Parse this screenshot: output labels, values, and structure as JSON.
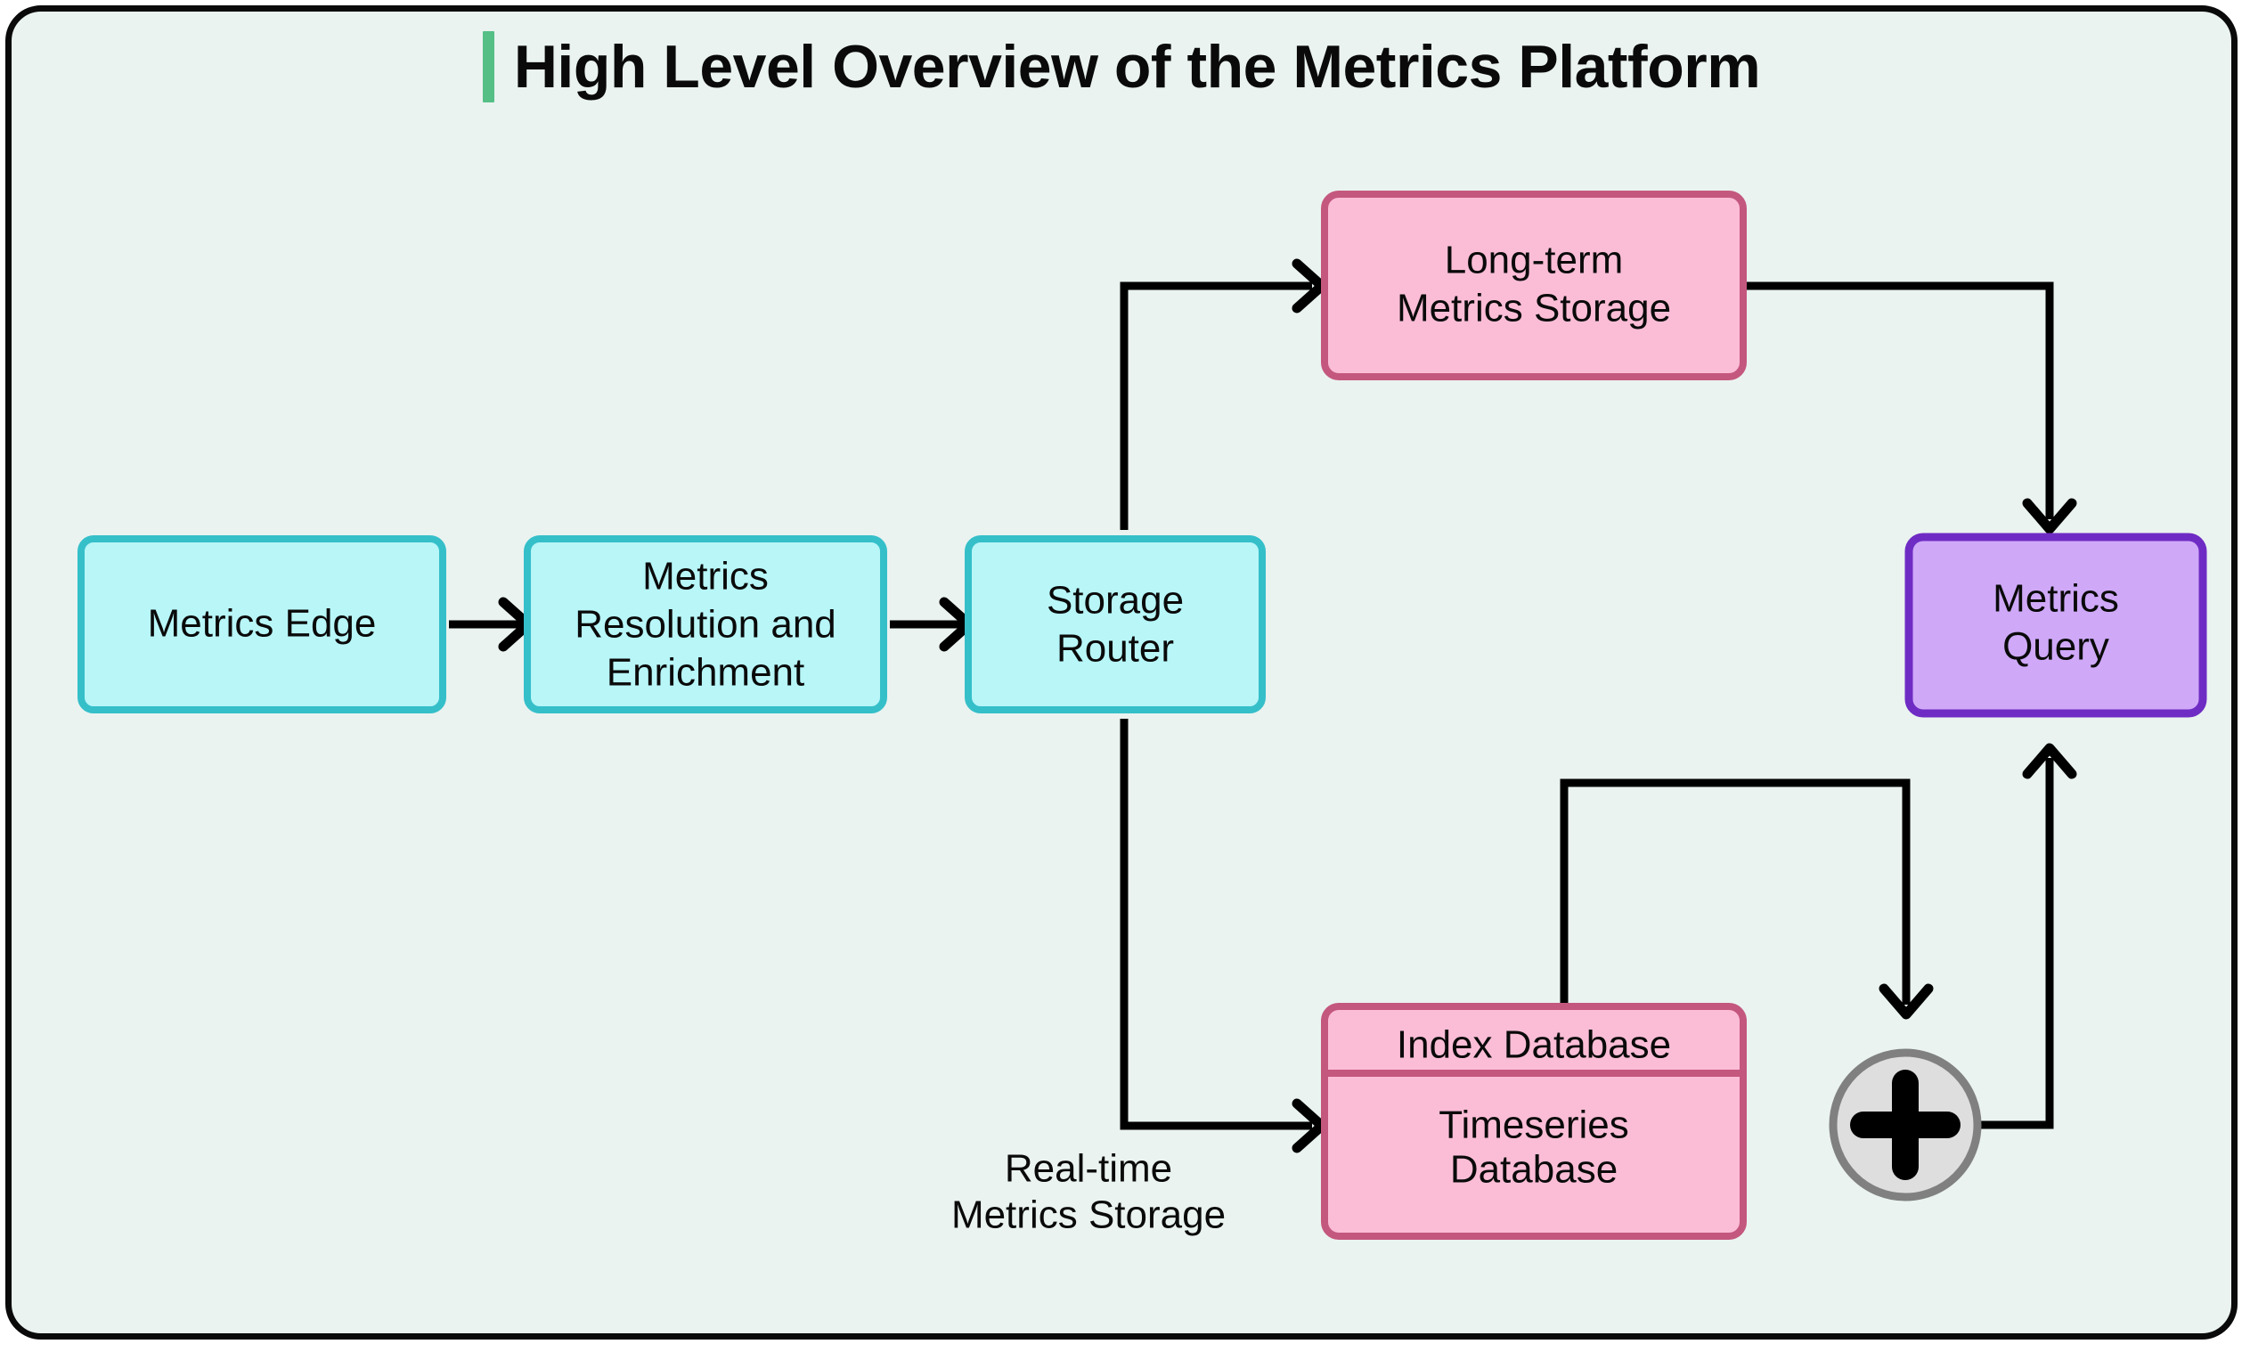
{
  "page": {
    "title": "High Level Overview of the Metrics Platform",
    "background_color": "#eaf3f0",
    "frame_border_color": "#0a0a0a",
    "title_accent_color": "#55bf86"
  },
  "nodes": {
    "metrics_edge": {
      "label": "Metrics Edge",
      "fill": "#b8f6f8",
      "stroke": "#35bfc9"
    },
    "metrics_resolution": {
      "line1": "Metrics",
      "line2": "Resolution and",
      "line3": "Enrichment",
      "fill": "#b8f6f8",
      "stroke": "#35bfc9"
    },
    "storage_router": {
      "line1": "Storage",
      "line2": "Router",
      "fill": "#b8f6f8",
      "stroke": "#35bfc9"
    },
    "long_term_storage": {
      "line1": "Long-term",
      "line2": "Metrics Storage",
      "fill": "#fbbdd6",
      "stroke": "#c4577e"
    },
    "index_database": {
      "label": "Index Database",
      "fill": "#fbbdd6",
      "stroke": "#c4577e"
    },
    "timeseries_database": {
      "line1": "Timeseries",
      "line2": "Database",
      "fill": "#fbbdd6",
      "stroke": "#c4577e"
    },
    "metrics_query": {
      "line1": "Metrics",
      "line2": "Query",
      "fill": "#cfa9f8",
      "stroke": "#6f2cc4"
    },
    "merge_node": {
      "glyph": "plus",
      "fill": "#dedede",
      "stroke": "#808080"
    }
  },
  "labels": {
    "realtime_storage": {
      "line1": "Real-time",
      "line2": "Metrics Storage"
    }
  },
  "edges": [
    {
      "from": "metrics_edge",
      "to": "metrics_resolution",
      "kind": "straight-right"
    },
    {
      "from": "metrics_resolution",
      "to": "storage_router",
      "kind": "straight-right"
    },
    {
      "from": "storage_router",
      "to": "long_term_storage",
      "kind": "up-then-right"
    },
    {
      "from": "storage_router",
      "to": "timeseries_database",
      "kind": "down-then-right"
    },
    {
      "from": "long_term_storage",
      "to": "metrics_query",
      "kind": "right-then-down"
    },
    {
      "from": "index_database",
      "to": "merge_node",
      "kind": "up-right-down"
    },
    {
      "from": "merge_node",
      "to": "metrics_query",
      "kind": "right-then-up"
    }
  ]
}
